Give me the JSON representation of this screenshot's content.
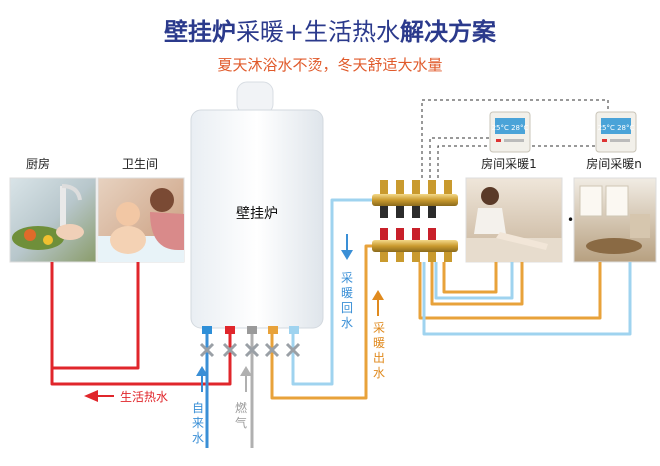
{
  "header": {
    "title_bold_1": "壁挂炉",
    "title_light_1": "采暖+生活热水",
    "title_bold_2": "解决方案",
    "subtitle": "夏天沐浴水不烫，冬天舒适大水量"
  },
  "rooms": {
    "kitchen": "厨房",
    "bathroom": "卫生间",
    "room_1": "房间采暖1",
    "room_n": "房间采暖n",
    "dots": "• • • •"
  },
  "boiler": {
    "label": "壁挂炉"
  },
  "thermostat": {
    "reading": "25°C 28°C"
  },
  "flows": {
    "hot_water": "生活热水",
    "tap_water": [
      "自",
      "来",
      "水"
    ],
    "gas": [
      "燃",
      "气"
    ],
    "heat_return": [
      "采",
      "暖",
      "回",
      "水"
    ],
    "heat_supply": [
      "采",
      "暖",
      "出",
      "水"
    ]
  },
  "colors": {
    "title": "#2b3a8c",
    "subtitle": "#e05a2b",
    "hot_pipe": "#e0262b",
    "cold_pipe": "#9fd3ef",
    "supply_pipe": "#e8a23a",
    "gas_pipe": "#b0b0b0",
    "flow_label_blue": "#3a8fd6",
    "flow_label_orange": "#e08a1e",
    "hot_label": "#e0262b"
  }
}
